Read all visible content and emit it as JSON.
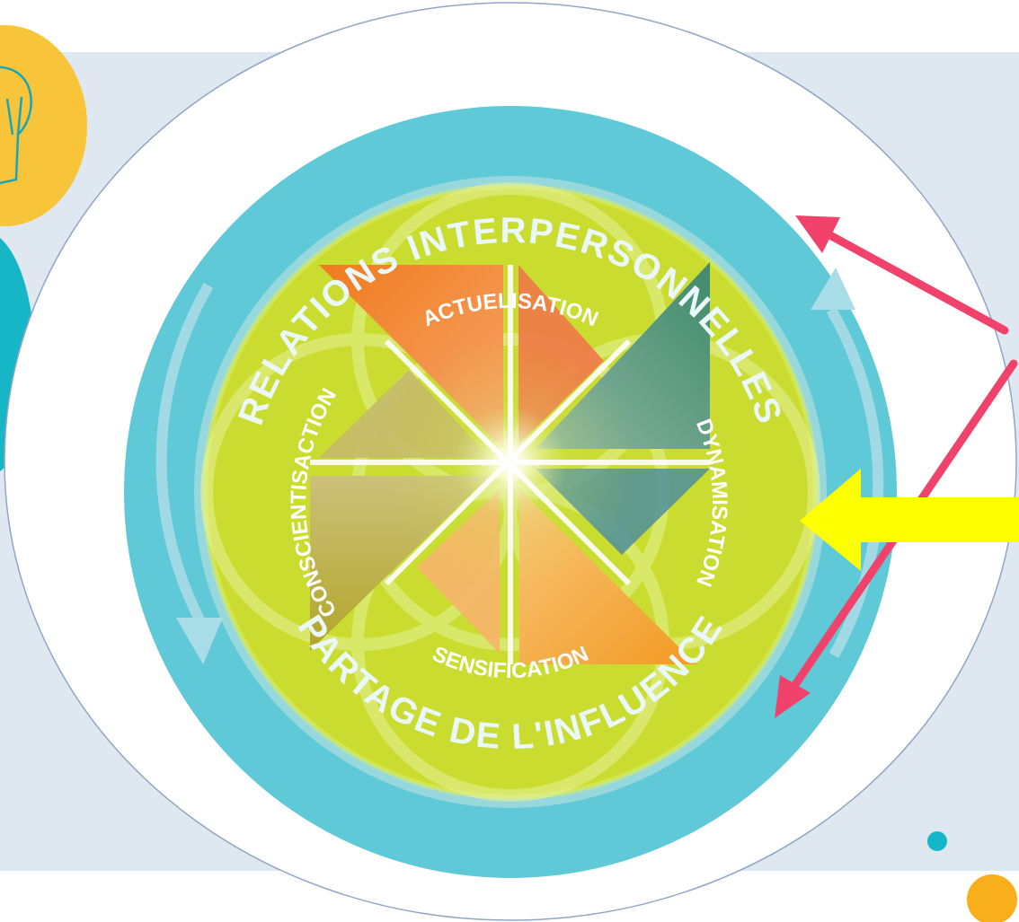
{
  "diagram": {
    "outer_ring": {
      "top_label": "RELATIONS INTERPERSONNELLES",
      "bottom_label": "PARTAGE DE L'INFLUENCE"
    },
    "inner_ring": {
      "top_label": "ACTUELISATION",
      "right_label": "DYNAMISATION",
      "bottom_label": "SENSIFICATION",
      "left_label": "CONSCIENTISACTION"
    }
  },
  "colors": {
    "panel": "#dfe7f0",
    "outer_ring": "#5fc9d8",
    "inner_ring": "#c9dc2f",
    "center": "#d4e86a",
    "annotation_arrow_pink": "#f0426a",
    "annotation_arrow_yellow": "#ffff00",
    "deco_orange": "#f8c43a",
    "deco_teal": "#17b6c7",
    "dot_teal": "#14b6c8",
    "dot_orange": "#f9ae1b"
  },
  "icons": [
    "lightbulb-icon"
  ]
}
